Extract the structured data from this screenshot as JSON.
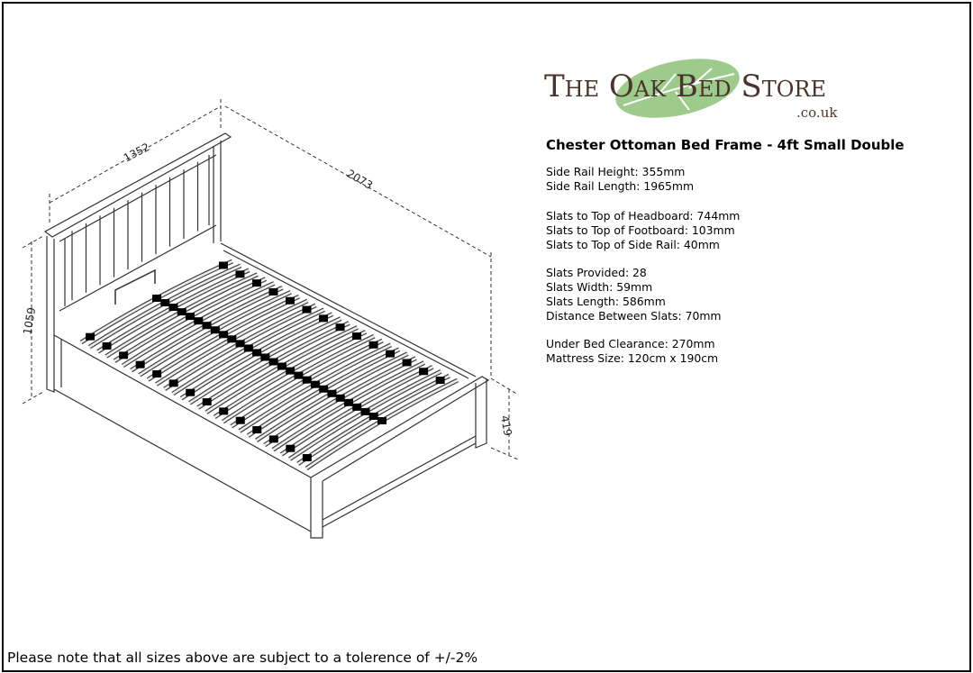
{
  "logo": {
    "name": "The Oak Bed Store",
    "suffix": ".co.uk",
    "leaf_color": "#9ccb8c",
    "text_color": "#4b342c"
  },
  "title": "Chester Ottoman Bed Frame - 4ft Small Double",
  "specs": [
    "Side Rail Height: 355mm",
    "Side Rail Length: 1965mm",
    "Slats to Top of Headboard: 744mm",
    "Slats to Top of Footboard: 103mm",
    "Slats to Top of Side Rail: 40mm",
    "Slats Provided: 28",
    "Slats Width: 59mm",
    "Slats Length: 586mm",
    "Distance Between Slats: 70mm",
    "Under Bed Clearance: 270mm",
    "Mattress Size: 120cm x 190cm"
  ],
  "dimensions": {
    "width": "1352",
    "length": "2073",
    "headboard_height": "1059",
    "footboard_height": "419"
  },
  "slat_count": 28,
  "footer": "Please note that all sizes above are subject to a tolerence of +/-2%"
}
